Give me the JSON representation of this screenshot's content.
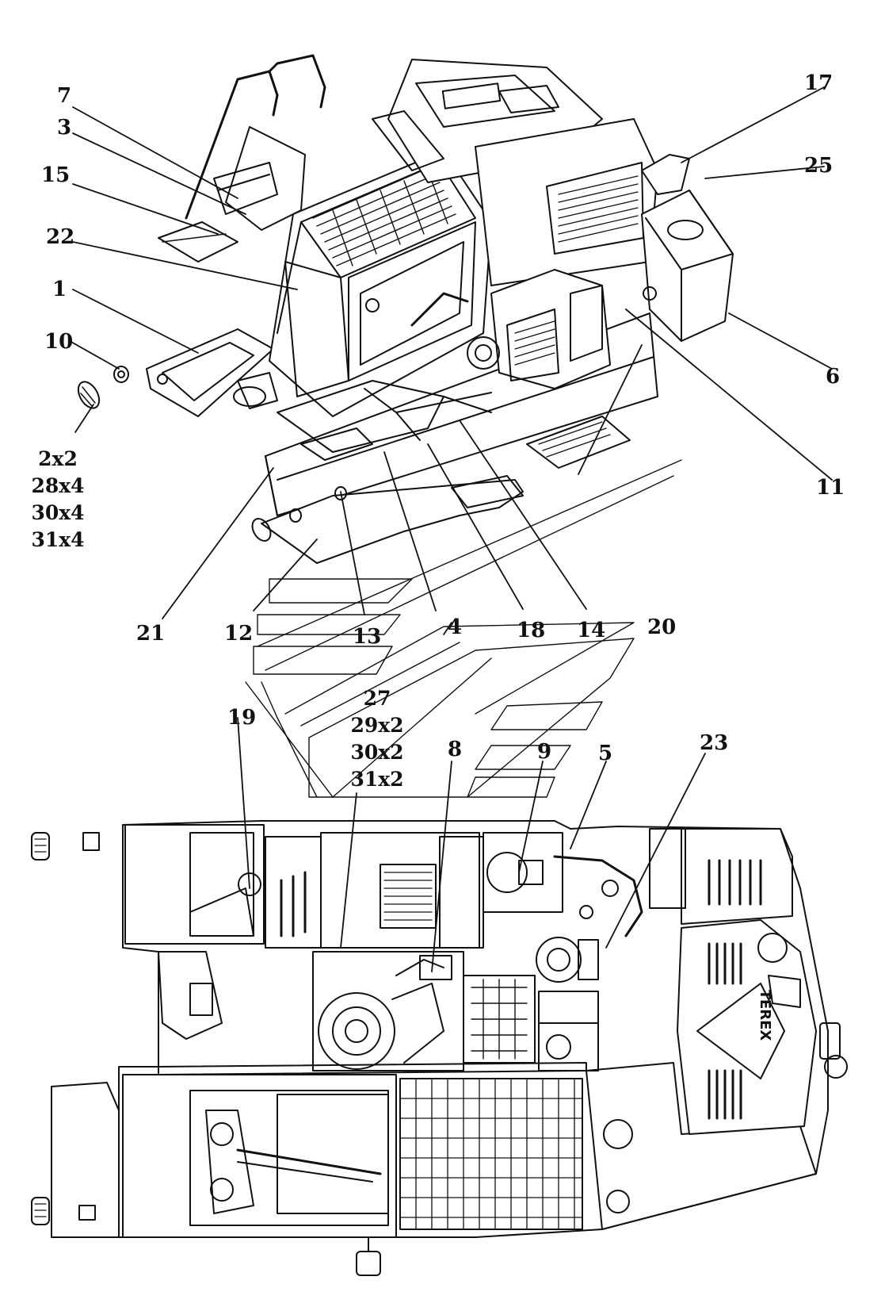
{
  "callouts": [
    {
      "id": "c1",
      "label": "1"
    },
    {
      "id": "c3",
      "label": "3"
    },
    {
      "id": "c4",
      "label": "4"
    },
    {
      "id": "c5",
      "label": "5"
    },
    {
      "id": "c6",
      "label": "6"
    },
    {
      "id": "c7",
      "label": "7"
    },
    {
      "id": "c8",
      "label": "8"
    },
    {
      "id": "c9",
      "label": "9"
    },
    {
      "id": "c10",
      "label": "10"
    },
    {
      "id": "c11",
      "label": "11"
    },
    {
      "id": "c12",
      "label": "12"
    },
    {
      "id": "c13",
      "label": "13"
    },
    {
      "id": "c14",
      "label": "14"
    },
    {
      "id": "c15",
      "label": "15"
    },
    {
      "id": "c17",
      "label": "17"
    },
    {
      "id": "c18",
      "label": "18"
    },
    {
      "id": "c19",
      "label": "19"
    },
    {
      "id": "c20",
      "label": "20"
    },
    {
      "id": "c21",
      "label": "21"
    },
    {
      "id": "c22",
      "label": "22"
    },
    {
      "id": "c23",
      "label": "23"
    },
    {
      "id": "c25",
      "label": "25"
    }
  ],
  "quantity_groups": {
    "left": [
      "2x2",
      "28x4",
      "30x4",
      "31x4"
    ],
    "center": [
      "27",
      "29x2",
      "30x2",
      "31x2"
    ]
  },
  "brand_text": "TEREX"
}
